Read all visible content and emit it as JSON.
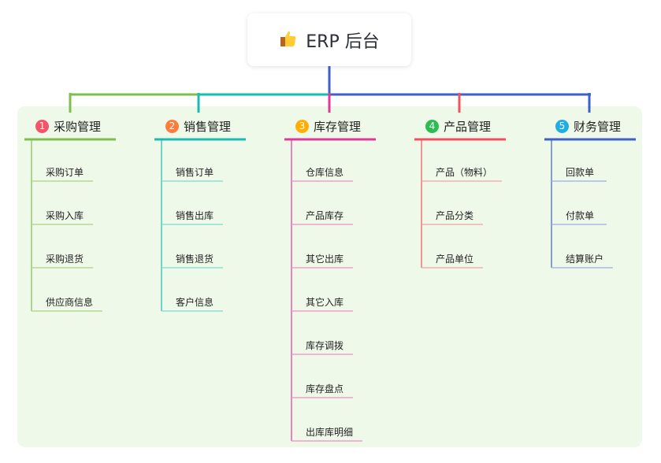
{
  "root": {
    "icon": "thumbs-up-icon",
    "title": "ERP 后台"
  },
  "colors": {
    "panel_bg": "#eff9ea"
  },
  "branches": [
    {
      "number": "1",
      "label": "采购管理",
      "line_color": "#7fbf4d",
      "item_color": "#a9d37e",
      "badge_color": "#f4546a",
      "items": [
        "采购订单",
        "采购入库",
        "采购退货",
        "供应商信息"
      ]
    },
    {
      "number": "2",
      "label": "销售管理",
      "line_color": "#1bbcb0",
      "item_color": "#7fd8cf",
      "badge_color": "#ff7c3b",
      "items": [
        "销售订单",
        "销售出库",
        "销售退货",
        "客户信息"
      ]
    },
    {
      "number": "3",
      "label": "库存管理",
      "line_color": "#e0399a",
      "item_color": "#ee8fc1",
      "badge_color": "#ffaf00",
      "items": [
        "仓库信息",
        "产品库存",
        "其它出库",
        "其它入库",
        "库存调拨",
        "库存盘点",
        "出库库明细"
      ]
    },
    {
      "number": "4",
      "label": "产品管理",
      "line_color": "#f4515e",
      "item_color": "#f5a0a5",
      "badge_color": "#2dbb55",
      "items": [
        "产品（物料）",
        "产品分类",
        "产品单位"
      ]
    },
    {
      "number": "5",
      "label": "财务管理",
      "line_color": "#3f5fc9",
      "item_color": "#9aaee0",
      "badge_color": "#22ade0",
      "items": [
        "回款单",
        "付款单",
        "结算账户"
      ]
    }
  ]
}
